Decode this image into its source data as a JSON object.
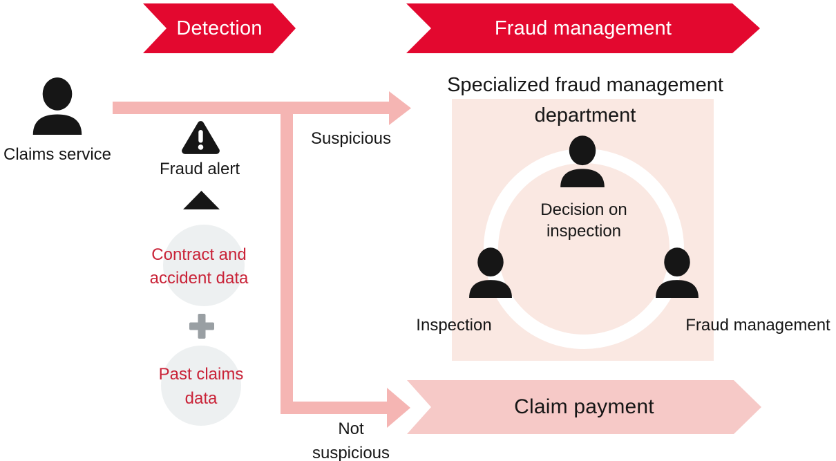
{
  "banners": {
    "detection": "Detection",
    "fraud_management": "Fraud management",
    "claim_payment": "Claim payment"
  },
  "actors": {
    "claims_service": "Claims service"
  },
  "detection_stack": {
    "fraud_alert": "Fraud alert",
    "contract_line1": "Contract and",
    "contract_line2": "accident data",
    "plus": "+",
    "past_line1": "Past claims",
    "past_line2": "data"
  },
  "flow": {
    "suspicious": "Suspicious",
    "not_line1": "Not",
    "not_line2": "suspicious"
  },
  "department": {
    "title_line1": "Specialized fraud management",
    "title_line2": "department",
    "decision_line1": "Decision on",
    "decision_line2": "inspection",
    "inspection": "Inspection",
    "fraud_management": "Fraud management"
  },
  "icons": {
    "claims-service-person-icon": "person-silhouette",
    "fraud-alert-icon": "warning-triangle-exclamation",
    "input-triangle-icon": "solid-up-triangle",
    "plus-icon": "heavy-plus",
    "decision-person-icon": "person-silhouette",
    "inspection-person-icon": "person-silhouette",
    "fraud-management-person-icon": "person-silhouette"
  },
  "colors": {
    "banner_red": "#e3082f",
    "arrow_pink": "#f5b5b3",
    "payment_pink": "#f6c9c7",
    "box_pink": "#fae8e2",
    "circle_gray": "#edf0f1",
    "red_text": "#c92237",
    "plus_gray": "#999fa3"
  }
}
